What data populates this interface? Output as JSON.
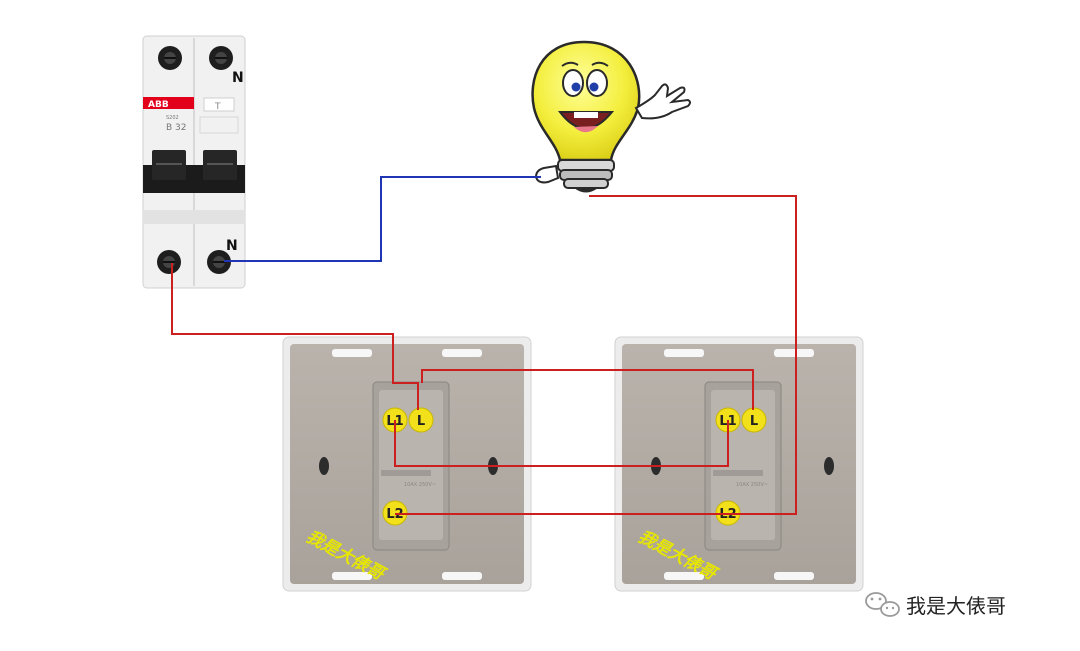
{
  "breaker": {
    "brand": "ABB",
    "model_text": "S202",
    "rating_text": "B 32",
    "top_n_label": "N",
    "bottom_n_label": "N",
    "test_label": "T"
  },
  "switches": [
    {
      "terminal_l1": "L1",
      "terminal_l": "L",
      "terminal_l2": "L2",
      "rating_text": "10AX 250V~",
      "watermark": "我是大俵哥"
    },
    {
      "terminal_l1": "L1",
      "terminal_l": "L",
      "terminal_l2": "L2",
      "rating_text": "10AX 250V~",
      "watermark": "我是大俵哥"
    }
  ],
  "brand_footer": {
    "text": "我是大俵哥",
    "icon": "wechat-icon"
  },
  "colors": {
    "live_wire": "#cc1f1f",
    "neutral_wire": "#1f35b5",
    "terminal_badge": "#f2e11a",
    "watermark": "#e6e600",
    "plate": "#e6e6e6",
    "plate_inner": "#b4ada6"
  }
}
